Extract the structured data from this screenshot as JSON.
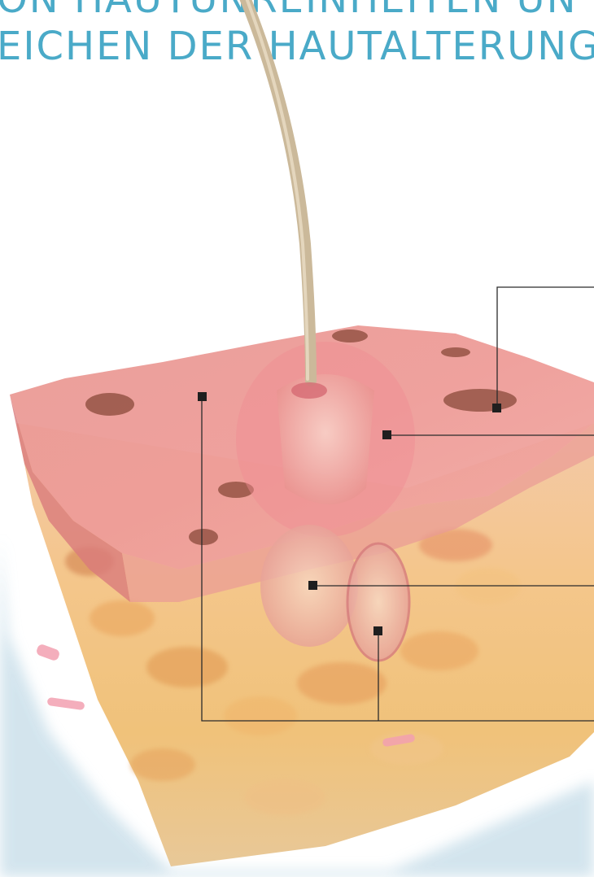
{
  "heading": {
    "line1": "ON HAUTUNREINHEITEN UN",
    "line2": "EICHEN DER HAUTALTERUNG"
  },
  "colors": {
    "heading": "#4aaac8",
    "leader_line": "#2b2b2b",
    "marker": "#1f1f1f",
    "epidermis": "#e78b8b",
    "dermis_fat": "#f1b86b",
    "hair": "#c8b89a",
    "shadow": "#c9dfea"
  },
  "icons": [
    "skin-cross-section-illustration",
    "hair-strand",
    "callout-marker"
  ]
}
